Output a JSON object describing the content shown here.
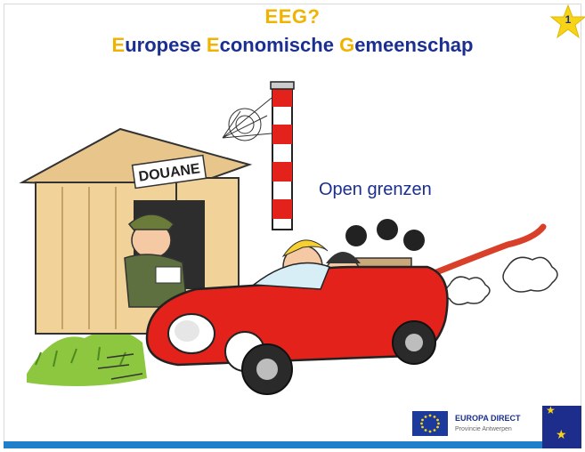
{
  "slide": {
    "number": "1",
    "title_line1": "EEG?",
    "title_line2": {
      "w1_initial": "E",
      "w1_rest": "uropese ",
      "w2_initial": "E",
      "w2_rest": "conomische ",
      "w3_initial": "G",
      "w3_rest": "emeenschap"
    },
    "caption": "Open grenzen",
    "booth_sign": "DOUANE"
  },
  "logo": {
    "line1": "EUROPA DIRECT",
    "line2": "Provincie Antwerpen"
  },
  "colors": {
    "title_yellow": "#f0b400",
    "title_blue": "#1a2f8f",
    "eu_blue": "#1c2d8c",
    "eu_star": "#f7d417",
    "bar_blue": "#1f7fcb",
    "car_red": "#e3231b"
  }
}
